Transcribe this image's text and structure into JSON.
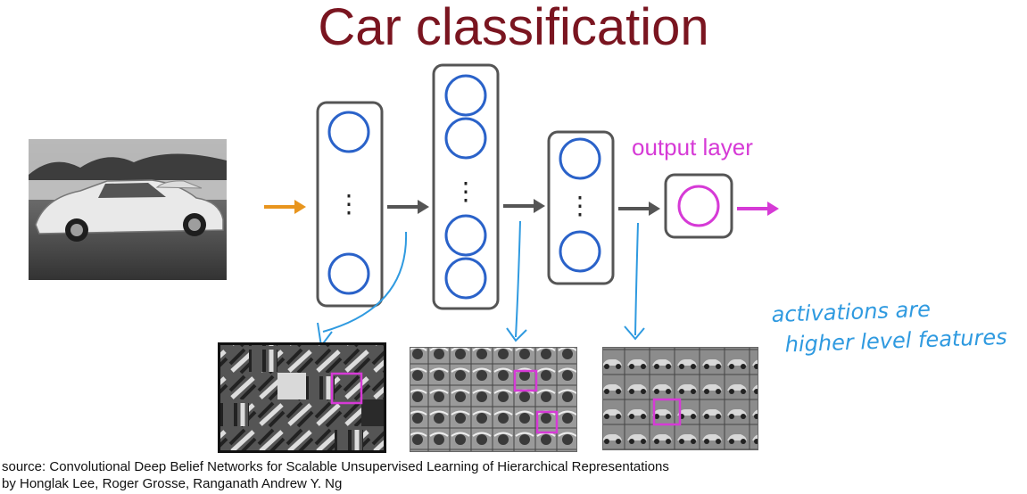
{
  "title": "Car classification",
  "output_label": "output layer",
  "annotation": {
    "line1": "activations are",
    "line2": "higher level features"
  },
  "source": {
    "line1": "source:  Convolutional Deep Belief Networks for Scalable Unsupervised Learning of Hierarchical Representations",
    "line2": "by Honglak Lee, Roger Grosse, Ranganath Andrew Y. Ng"
  },
  "layers": {
    "ellipsis": "⋮"
  },
  "colors": {
    "title": "#7a1520",
    "neuron": "#2a62c9",
    "output": "#d63ad6",
    "input_arrow": "#e8951e",
    "annotation": "#2f9ae0",
    "box": "#555555"
  }
}
